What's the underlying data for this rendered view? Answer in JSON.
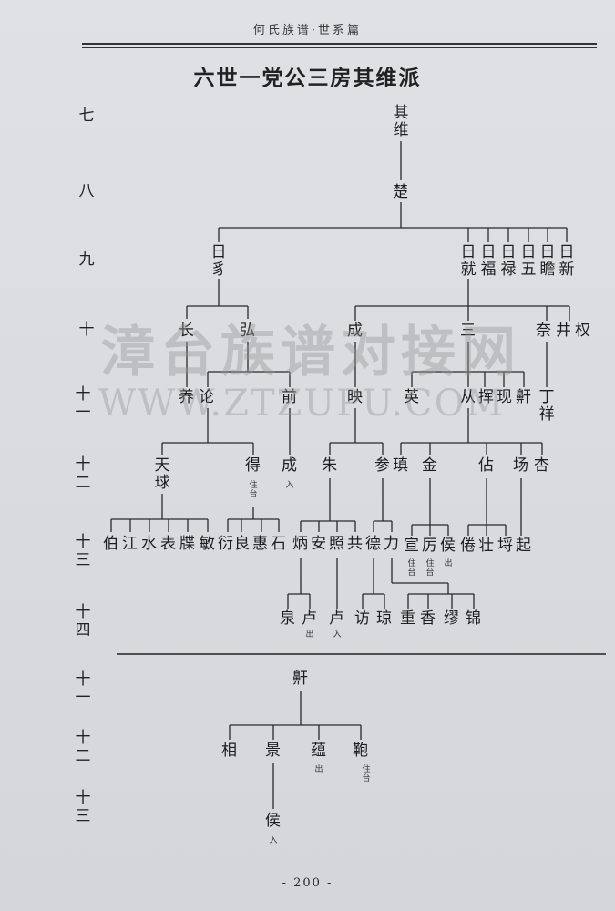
{
  "header": {
    "running_head": "何氏族谱·世系篇",
    "title": "六世一党公三房其维派",
    "page_number": "- 200 -"
  },
  "generations": [
    "七",
    "八",
    "九",
    "十",
    "十一",
    "十二",
    "十三",
    "十四"
  ],
  "generations_lower": [
    "十一",
    "十二",
    "十三"
  ],
  "watermark": {
    "text": "漳台族谱对接网",
    "url": "WWW.ZTZUPU.COM"
  },
  "tree": {
    "g7": "其维",
    "g8": "楚",
    "g9": [
      "日豸",
      "日就",
      "日福",
      "日禄",
      "日五",
      "日瞻",
      "日新"
    ],
    "g10": [
      "长",
      "弘",
      "成",
      "三",
      "奈",
      "井",
      "权"
    ],
    "g11": [
      "养",
      "论",
      "前",
      "映",
      "英",
      "从",
      "挥",
      "现",
      "鼾",
      "丁祥"
    ],
    "g12": [
      "天球",
      "得",
      "成",
      "朱",
      "参",
      "瑱",
      "金",
      "佔",
      "场",
      "杏"
    ],
    "g13": [
      "伯",
      "江",
      "水",
      "表",
      "牒",
      "敏",
      "衍",
      "良",
      "惠",
      "石",
      "炳",
      "安",
      "照",
      "共",
      "德",
      "力",
      "宣",
      "厉",
      "侯",
      "倦",
      "壮",
      "埒",
      "起"
    ],
    "g14": [
      "泉",
      "卢",
      "卢",
      "访",
      "琼",
      "重",
      "香",
      "缪",
      "锦"
    ]
  },
  "lower_tree": {
    "root": "鼾",
    "children": [
      "相",
      "景",
      "蕴",
      "鞄"
    ],
    "grandchild": "侯"
  },
  "notes": {
    "de_taiwan": "住台",
    "cheng_in": "入",
    "xuan_taiwan": "住台",
    "li_taiwan": "住台",
    "hou_out": "出",
    "lu1_out": "出",
    "lu2_in": "入",
    "yun_out": "出",
    "pao_taiwan": "住台",
    "hou2_in": "入"
  }
}
